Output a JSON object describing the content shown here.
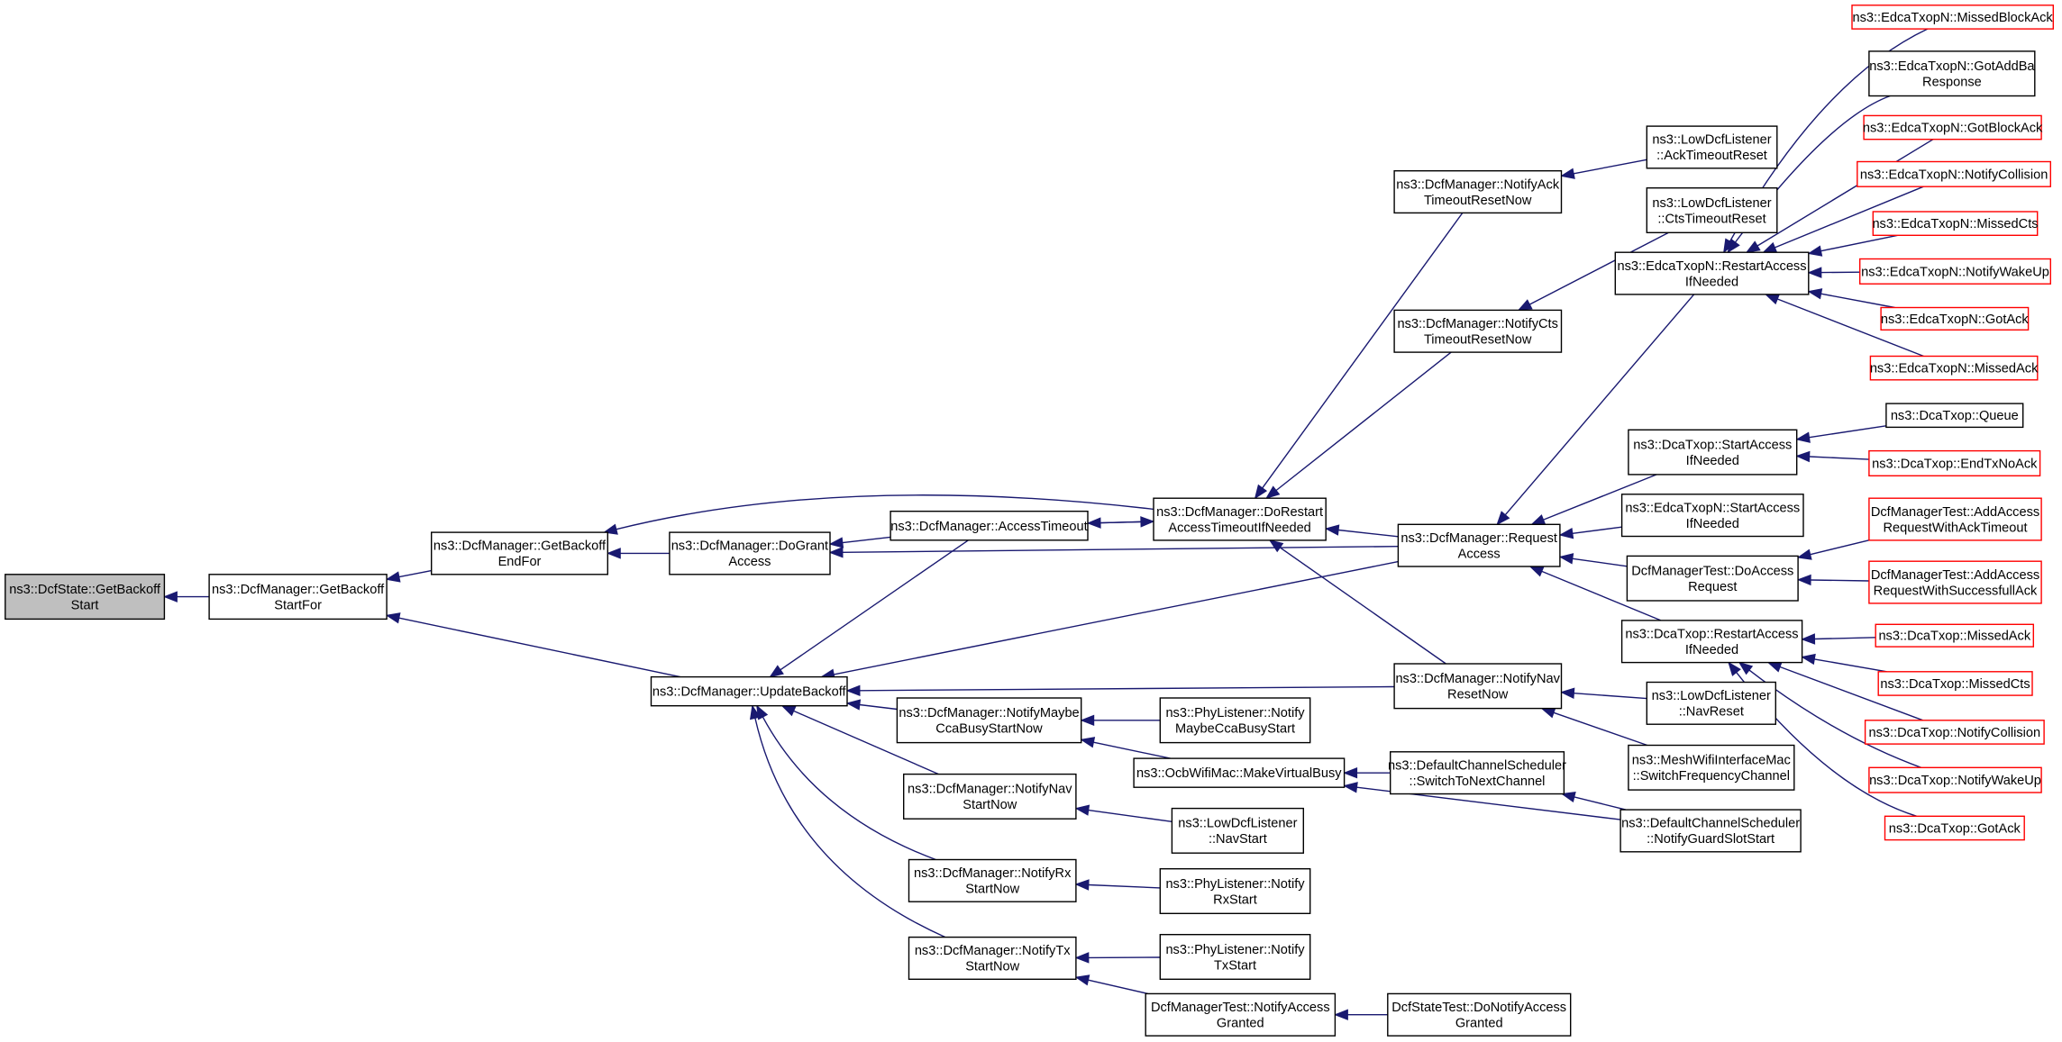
{
  "colors": {
    "edge": "#191970",
    "root_fill": "#bfbfbf",
    "node_border": "#000000",
    "red_border": "#ff0000",
    "background": "#ffffff"
  },
  "nodes": {
    "root": {
      "lines": [
        "ns3::DcfState::GetBackoff",
        "Start"
      ]
    },
    "getbackoffstartfor": {
      "lines": [
        "ns3::DcfManager::GetBackoff",
        "StartFor"
      ]
    },
    "getbackoffendfor": {
      "lines": [
        "ns3::DcfManager::GetBackoff",
        "EndFor"
      ]
    },
    "dograntaccess": {
      "lines": [
        "ns3::DcfManager::DoGrant",
        "Access"
      ]
    },
    "accesstimeout": {
      "lines": [
        "ns3::DcfManager::AccessTimeout"
      ]
    },
    "dorestart": {
      "lines": [
        "ns3::DcfManager::DoRestart",
        "AccessTimeoutIfNeeded"
      ]
    },
    "updatebackoff": {
      "lines": [
        "ns3::DcfManager::UpdateBackoff"
      ]
    },
    "notifymaybe": {
      "lines": [
        "ns3::DcfManager::NotifyMaybe",
        "CcaBusyStartNow"
      ]
    },
    "notifynavstart": {
      "lines": [
        "ns3::DcfManager::NotifyNav",
        "StartNow"
      ]
    },
    "notifyrx": {
      "lines": [
        "ns3::DcfManager::NotifyRx",
        "StartNow"
      ]
    },
    "notifytx": {
      "lines": [
        "ns3::DcfManager::NotifyTx",
        "StartNow"
      ]
    },
    "phymaybe": {
      "lines": [
        "ns3::PhyListener::Notify",
        "MaybeCcaBusyStart"
      ]
    },
    "makevirtualbusy": {
      "lines": [
        "ns3::OcbWifiMac::MakeVirtualBusy"
      ]
    },
    "lownavstart": {
      "lines": [
        "ns3::LowDcfListener",
        "::NavStart"
      ]
    },
    "phyrx": {
      "lines": [
        "ns3::PhyListener::Notify",
        "RxStart"
      ]
    },
    "phytx": {
      "lines": [
        "ns3::PhyListener::Notify",
        "TxStart"
      ]
    },
    "testnotifygranted": {
      "lines": [
        "DcfManagerTest::NotifyAccess",
        "Granted"
      ]
    },
    "statetestgranted": {
      "lines": [
        "DcfStateTest::DoNotifyAccess",
        "Granted"
      ]
    },
    "notifyack": {
      "lines": [
        "ns3::DcfManager::NotifyAck",
        "TimeoutResetNow"
      ]
    },
    "notifycts": {
      "lines": [
        "ns3::DcfManager::NotifyCts",
        "TimeoutResetNow"
      ]
    },
    "requestaccess": {
      "lines": [
        "ns3::DcfManager::Request",
        "Access"
      ]
    },
    "notifynavreset": {
      "lines": [
        "ns3::DcfManager::NotifyNav",
        "ResetNow"
      ]
    },
    "switchnext": {
      "lines": [
        "ns3::DefaultChannelScheduler",
        "::SwitchToNextChannel"
      ]
    },
    "guardslot": {
      "lines": [
        "ns3::DefaultChannelScheduler",
        "::NotifyGuardSlotStart"
      ]
    },
    "acktimeoutreset": {
      "lines": [
        "ns3::LowDcfListener",
        "::AckTimeoutReset"
      ]
    },
    "ctstimeoutreset": {
      "lines": [
        "ns3::LowDcfListener",
        "::CtsTimeoutReset"
      ]
    },
    "edcarestart": {
      "lines": [
        "ns3::EdcaTxopN::RestartAccess",
        "IfNeeded"
      ]
    },
    "dcastart": {
      "lines": [
        "ns3::DcaTxop::StartAccess",
        "IfNeeded"
      ]
    },
    "edcastart": {
      "lines": [
        "ns3::EdcaTxopN::StartAccess",
        "IfNeeded"
      ]
    },
    "testdoaccess": {
      "lines": [
        "DcfManagerTest::DoAccess",
        "Request"
      ]
    },
    "dcarestart": {
      "lines": [
        "ns3::DcaTxop::RestartAccess",
        "IfNeeded"
      ]
    },
    "lownavreset": {
      "lines": [
        "ns3::LowDcfListener",
        "::NavReset"
      ]
    },
    "meshswitch": {
      "lines": [
        "ns3::MeshWifiInterfaceMac",
        "::SwitchFrequencyChannel"
      ]
    },
    "missedblockack": {
      "lines": [
        "ns3::EdcaTxopN::MissedBlockAck"
      ]
    },
    "gotaddba": {
      "lines": [
        "ns3::EdcaTxopN::GotAddBa",
        "Response"
      ]
    },
    "gotblockack": {
      "lines": [
        "ns3::EdcaTxopN::GotBlockAck"
      ]
    },
    "edcacollision": {
      "lines": [
        "ns3::EdcaTxopN::NotifyCollision"
      ]
    },
    "edcamissedcts": {
      "lines": [
        "ns3::EdcaTxopN::MissedCts"
      ]
    },
    "edcawakeup": {
      "lines": [
        "ns3::EdcaTxopN::NotifyWakeUp"
      ]
    },
    "edcagotack": {
      "lines": [
        "ns3::EdcaTxopN::GotAck"
      ]
    },
    "edcamissedack": {
      "lines": [
        "ns3::EdcaTxopN::MissedAck"
      ]
    },
    "dcaqueue": {
      "lines": [
        "ns3::DcaTxop::Queue"
      ]
    },
    "dcaendtxnoack": {
      "lines": [
        "ns3::DcaTxop::EndTxNoAck"
      ]
    },
    "addackto": {
      "lines": [
        "DcfManagerTest::AddAccess",
        "RequestWithAckTimeout"
      ]
    },
    "addsuccess": {
      "lines": [
        "DcfManagerTest::AddAccess",
        "RequestWithSuccessfullAck"
      ]
    },
    "dcamissedack": {
      "lines": [
        "ns3::DcaTxop::MissedAck"
      ]
    },
    "dcamissedcts": {
      "lines": [
        "ns3::DcaTxop::MissedCts"
      ]
    },
    "dcacollision": {
      "lines": [
        "ns3::DcaTxop::NotifyCollision"
      ]
    },
    "dcawakeup": {
      "lines": [
        "ns3::DcaTxop::NotifyWakeUp"
      ]
    },
    "dcagotack": {
      "lines": [
        "ns3::DcaTxop::GotAck"
      ]
    }
  }
}
